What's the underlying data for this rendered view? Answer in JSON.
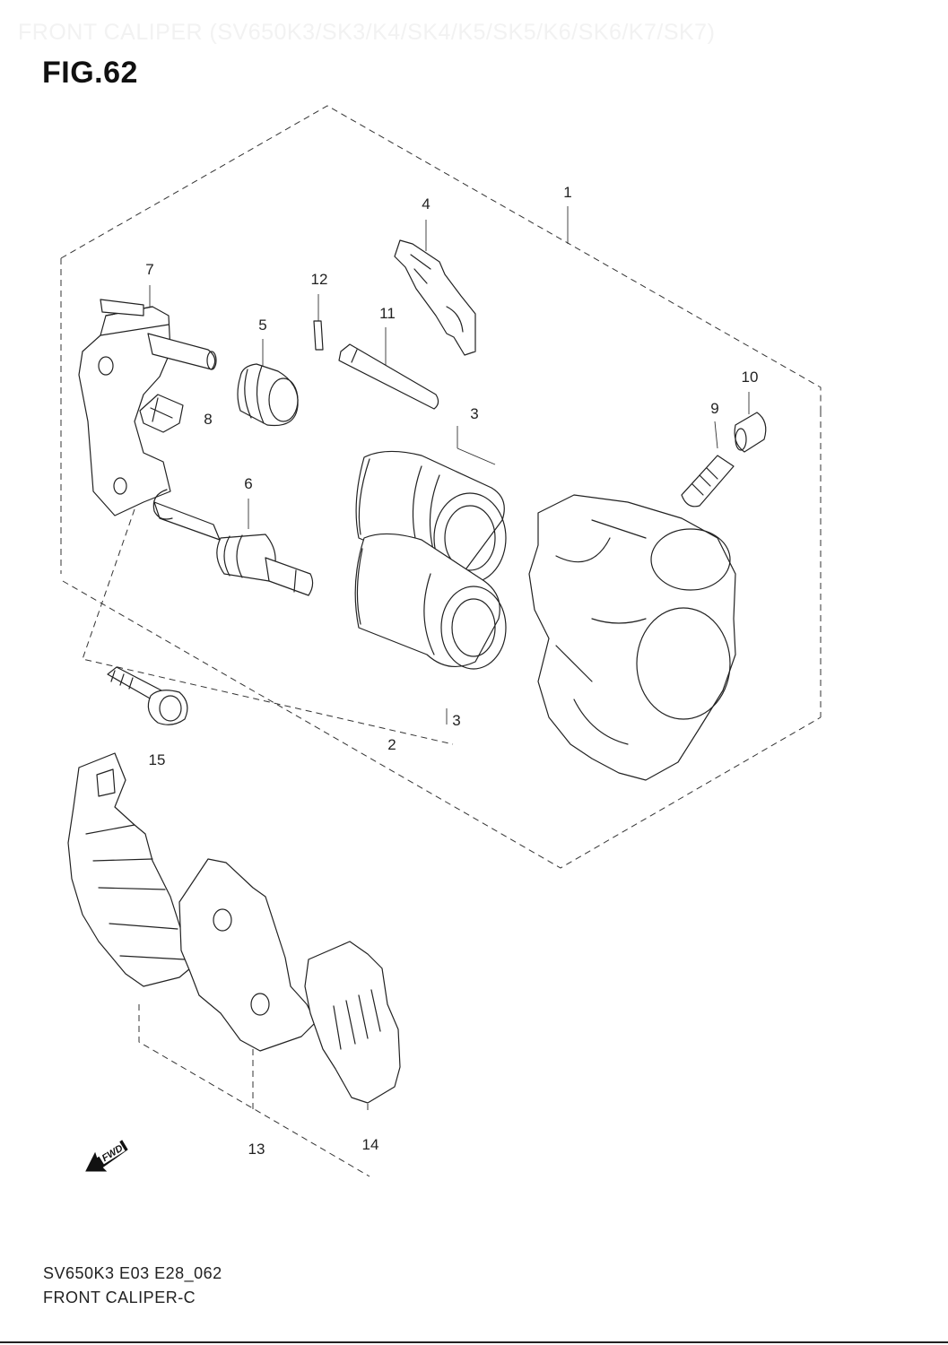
{
  "header": {
    "watermark": "FRONT CALIPER (SV650K3/SK3/K4/SK4/K5/SK5/K6/SK6/K7/SK7)",
    "figure_title": "FIG.62"
  },
  "callouts": {
    "c1": "1",
    "c2": "2",
    "c3a": "3",
    "c3b": "3",
    "c4": "4",
    "c5": "5",
    "c6": "6",
    "c7": "7",
    "c8": "8",
    "c9": "9",
    "c10": "10",
    "c11": "11",
    "c12": "12",
    "c13": "13",
    "c14": "14",
    "c15": "15"
  },
  "direction_indicator": {
    "label": "FWD",
    "icon": "fwd-arrow-icon"
  },
  "footer": {
    "code": "SV650K3 E03 E28_062",
    "name": "FRONT CALIPER-C"
  },
  "colors": {
    "line": "#222222",
    "background": "#ffffff",
    "watermark": "#f2f2f2"
  }
}
